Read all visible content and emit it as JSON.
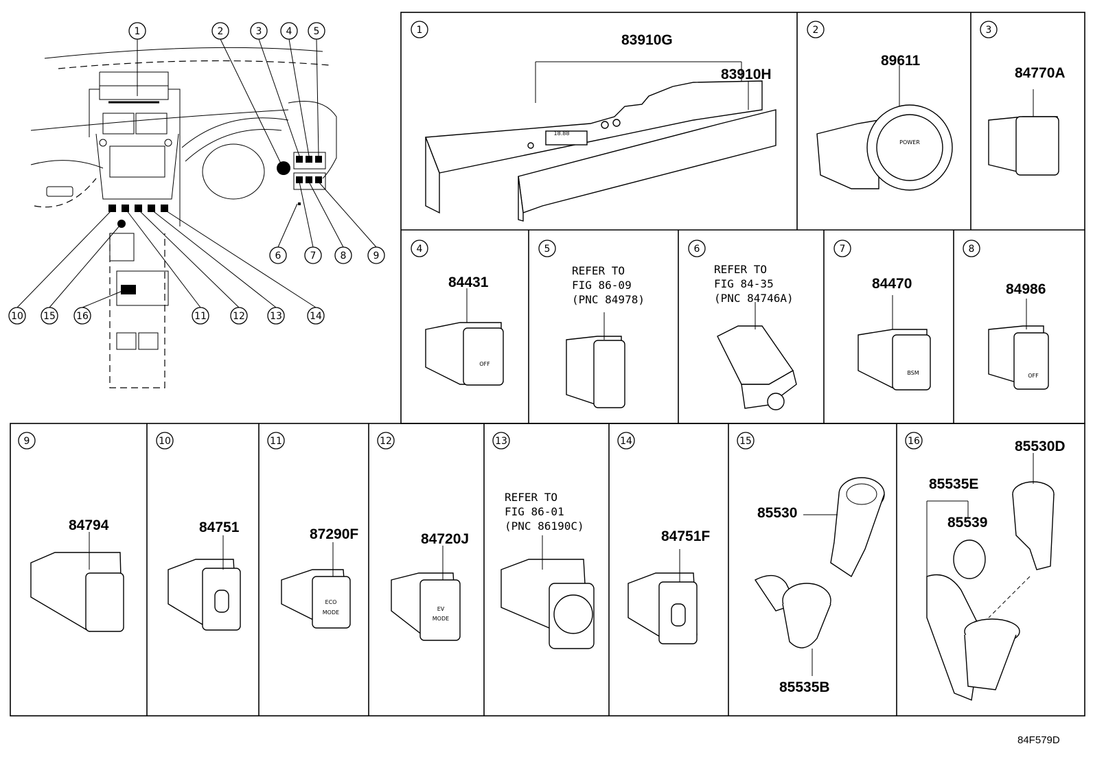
{
  "diagram_code": "84F579D",
  "overview": {
    "callouts": [
      "1",
      "2",
      "3",
      "4",
      "5",
      "6",
      "7",
      "8",
      "9",
      "10",
      "15",
      "16",
      "11",
      "12",
      "13",
      "14"
    ]
  },
  "cells": [
    {
      "id": "1",
      "parts": [
        "83910G",
        "83910H"
      ],
      "small": [
        "18.88"
      ]
    },
    {
      "id": "2",
      "parts": [
        "89611"
      ],
      "small": [
        "POWER"
      ]
    },
    {
      "id": "3",
      "parts": [
        "84770A"
      ]
    },
    {
      "id": "4",
      "parts": [
        "84431"
      ],
      "small": [
        "OFF"
      ]
    },
    {
      "id": "5",
      "ref": [
        "REFER TO",
        "FIG 86-09",
        "(PNC 84978)"
      ]
    },
    {
      "id": "6",
      "ref": [
        "REFER TO",
        "FIG 84-35",
        "(PNC 84746A)"
      ]
    },
    {
      "id": "7",
      "parts": [
        "84470"
      ],
      "small": [
        "BSM"
      ]
    },
    {
      "id": "8",
      "parts": [
        "84986"
      ],
      "small": [
        "OFF"
      ]
    },
    {
      "id": "9",
      "parts": [
        "84794"
      ]
    },
    {
      "id": "10",
      "parts": [
        "84751"
      ]
    },
    {
      "id": "11",
      "parts": [
        "87290F"
      ],
      "small": [
        "ECO",
        "MODE"
      ]
    },
    {
      "id": "12",
      "parts": [
        "84720J"
      ],
      "small": [
        "EV",
        "MODE"
      ]
    },
    {
      "id": "13",
      "ref": [
        "REFER TO",
        "FIG 86-01",
        "(PNC 86190C)"
      ]
    },
    {
      "id": "14",
      "parts": [
        "84751F"
      ]
    },
    {
      "id": "15",
      "parts": [
        "85530",
        "85535B"
      ]
    },
    {
      "id": "16",
      "parts": [
        "85530D",
        "85535E",
        "85539"
      ]
    }
  ]
}
